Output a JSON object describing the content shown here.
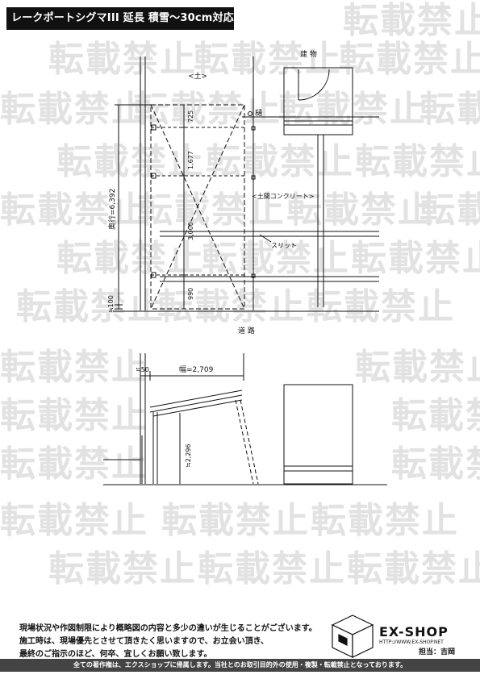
{
  "title": "レークポートシグマIII 延長 積雪～30cm対応",
  "watermark": "転載禁止",
  "plan": {
    "label_soil": "<土>",
    "label_building": "建 物",
    "label_gutter": "樋",
    "label_concrete": "<土間コンクリート>",
    "label_slit": "スリット",
    "label_road": "道 路",
    "dim_depth": "奥行=6,392",
    "dim_100": "≒100",
    "dim_725": "725",
    "dim_1677": "1,677",
    "dim_3000": "3,000",
    "dim_990": "990"
  },
  "elevation": {
    "dim_50": "≒50",
    "dim_width": "幅=2,709",
    "dim_height": "≒2,296"
  },
  "notes": [
    "現場状況や作図制限により概略図の内容と多少の違いが生じることがございます。",
    "施工時は、現場優先とさせて頂きたく思いますので、お立会い頂き、",
    "最終のご指示のほど、何卒、宜しくお願い致します。"
  ],
  "logo": {
    "name": "EX-SHOP",
    "url": "HTTP://WWW.EX-SHOP.NET",
    "staff": "担当：吉岡"
  },
  "footer": "全ての著作権は、エクスショップに帰属します。当社とのお取引目的外の使用・複製・転載禁止となっております。"
}
